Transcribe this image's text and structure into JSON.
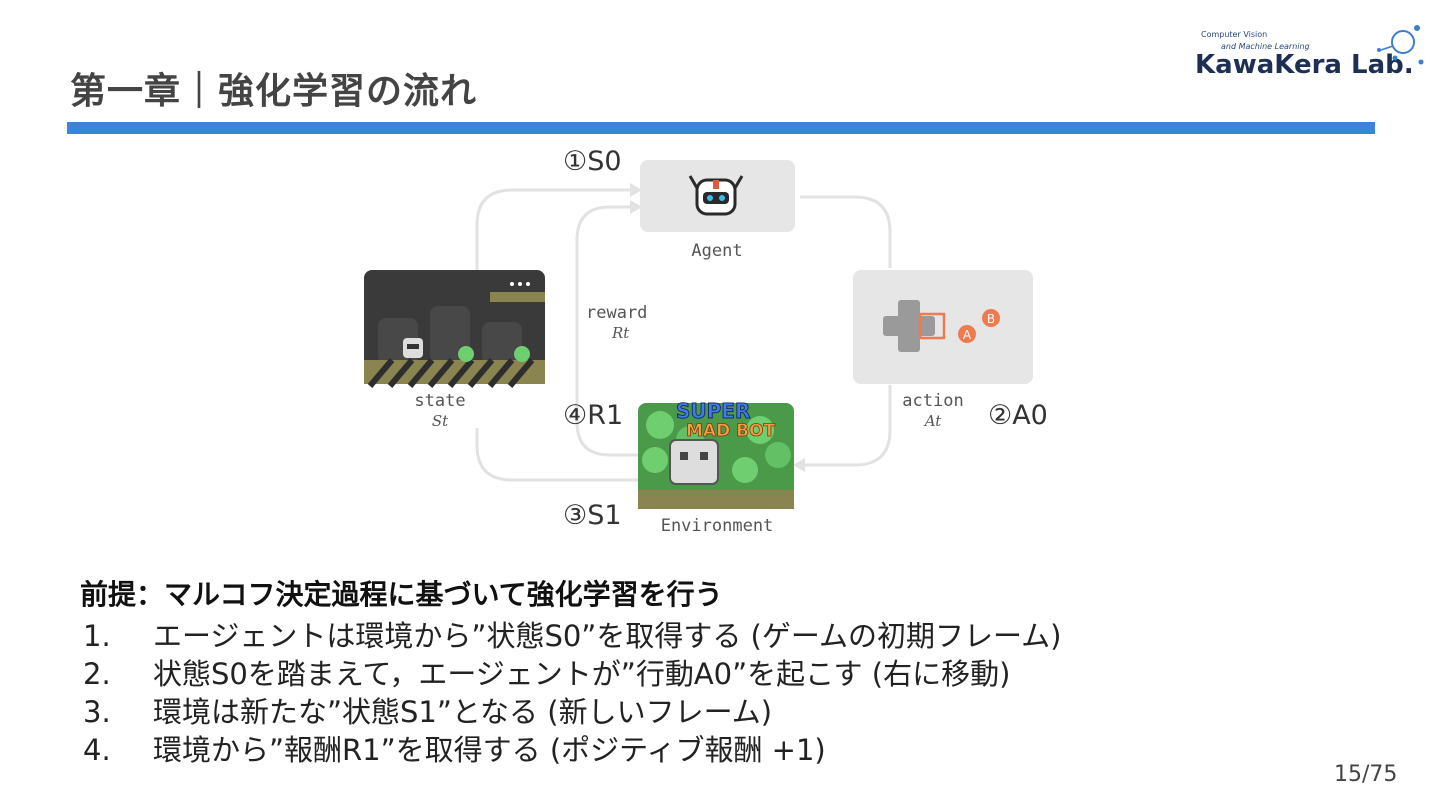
{
  "title": "第一章｜強化学習の流れ",
  "logo": {
    "line1": "Computer Vision",
    "line2": "and Machine Learning",
    "name": "KawaKera Lab."
  },
  "diagram": {
    "agent_label": "Agent",
    "state_label": "state",
    "state_symbol": "St",
    "action_label": "action",
    "action_symbol": "At",
    "reward_label": "reward",
    "reward_symbol": "Rt",
    "environment_label": "Environment",
    "game_logo_line1": "SUPER",
    "game_logo_line2": "MAD BOT",
    "gamepad_a": "A",
    "gamepad_b": "B",
    "step1": "①S0",
    "step2": "②A0",
    "step3": "③S1",
    "step4": "④R1"
  },
  "premise": "前提：マルコフ決定過程に基づいて強化学習を行う",
  "steps": [
    {
      "num": "1.",
      "text": "エージェントは環境から”状態S0”を取得する (ゲームの初期フレーム)"
    },
    {
      "num": "2.",
      "text": "状態S0を踏まえて，エージェントが”行動A0”を起こす (右に移動)"
    },
    {
      "num": "3.",
      "text": "環境は新たな”状態S1”となる (新しいフレーム)"
    },
    {
      "num": "4.",
      "text": "環境から”報酬R1”を取得する (ポジティブ報酬 +1)"
    }
  ],
  "page_number": "15/75",
  "colors": {
    "accent_bar": "#3a85d8",
    "agent_box": "#e6e6e6",
    "game_bg": "#3a3a3a",
    "slime_green": "#6fce6f",
    "button_orange": "#f07a50"
  }
}
